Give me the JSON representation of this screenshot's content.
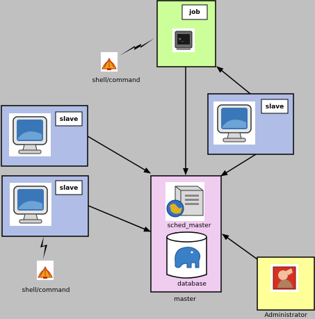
{
  "nodes": {
    "job": {
      "label": "job",
      "fill": "#ccff99"
    },
    "slave_right": {
      "label": "slave",
      "fill": "#b0bde6"
    },
    "slave_top_left": {
      "label": "slave",
      "fill": "#b0bde6"
    },
    "slave_bottom_left": {
      "label": "slave",
      "fill": "#b0bde6"
    },
    "master": {
      "label": "master",
      "fill": "#f0ccf0"
    },
    "sched_master": {
      "label": "sched_master"
    },
    "database": {
      "label": "database"
    },
    "administrator": {
      "label": "Administrator",
      "fill": "#ffff99"
    }
  },
  "shell_top": {
    "label": "shell/command"
  },
  "shell_bottom": {
    "label": "shell/command"
  },
  "edges": [
    {
      "from": "shell/command",
      "to": "job",
      "style": "lightning"
    },
    {
      "from": "job",
      "to": "master",
      "style": "arrow"
    },
    {
      "from": "slave",
      "to": "job",
      "style": "arrow"
    },
    {
      "from": "slave",
      "to": "master",
      "style": "arrow"
    },
    {
      "from": "slave",
      "to": "master",
      "style": "arrow"
    },
    {
      "from": "slave",
      "to": "master",
      "style": "arrow"
    },
    {
      "from": "Administrator",
      "to": "master",
      "style": "arrow"
    },
    {
      "from": "slave",
      "to": "shell/command",
      "style": "lightning"
    }
  ]
}
